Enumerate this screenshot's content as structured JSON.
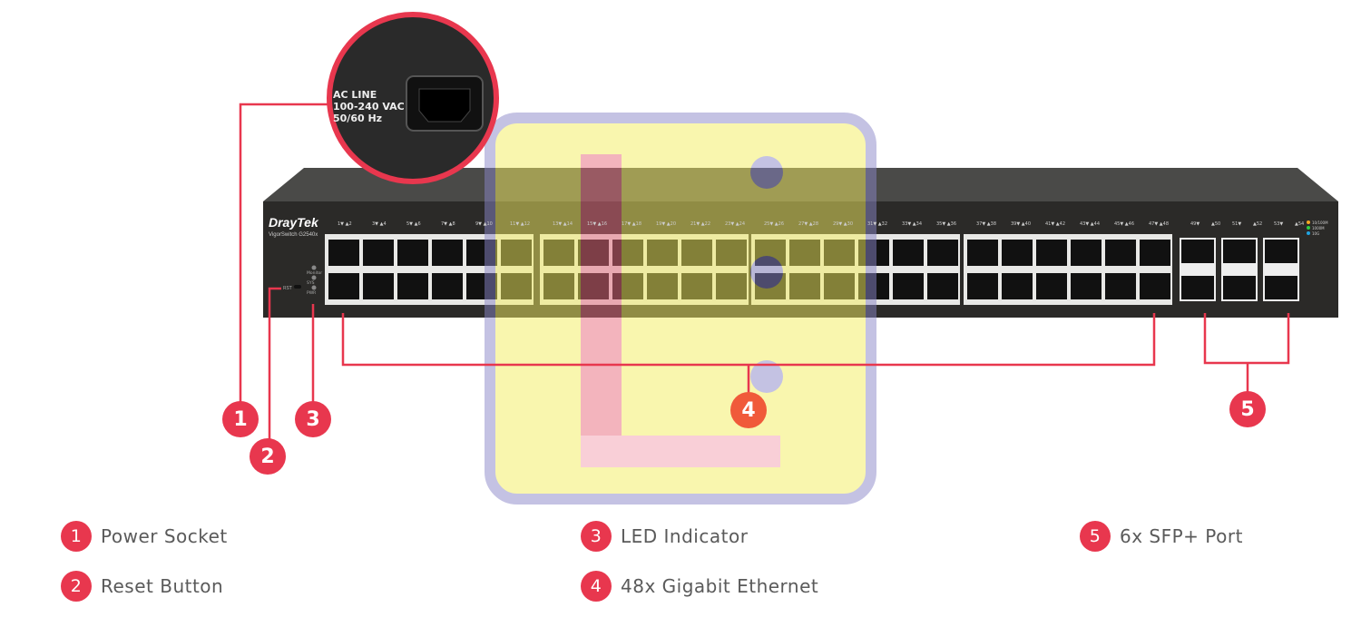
{
  "device": {
    "brand": "DrayTek",
    "model": "VigorSwitch G2540x",
    "reset_label": "RST",
    "led_labels": [
      "Monitor",
      "SYS",
      "PWR"
    ],
    "sfp_port_labels": [
      "49▼",
      "▲50",
      "51▼",
      "▲52",
      "53▼",
      "▲54"
    ],
    "speed_legend": [
      "10/100M",
      "1000M",
      "10G"
    ]
  },
  "power_label": {
    "line1": "AC LINE",
    "line2": "100-240 VAC",
    "line3": "50/60 Hz"
  },
  "callouts": [
    "1",
    "2",
    "3",
    "4",
    "5"
  ],
  "legend": [
    {
      "num": "1",
      "label": "Power Socket"
    },
    {
      "num": "2",
      "label": "Reset Button"
    },
    {
      "num": "3",
      "label": "LED Indicator"
    },
    {
      "num": "4",
      "label": "48x Gigabit Ethernet"
    },
    {
      "num": "5",
      "label": "6x SFP+ Port"
    }
  ],
  "colors": {
    "accent": "#e8374e",
    "accent_orange": "#f05a3a",
    "body": "#2b2a28"
  }
}
